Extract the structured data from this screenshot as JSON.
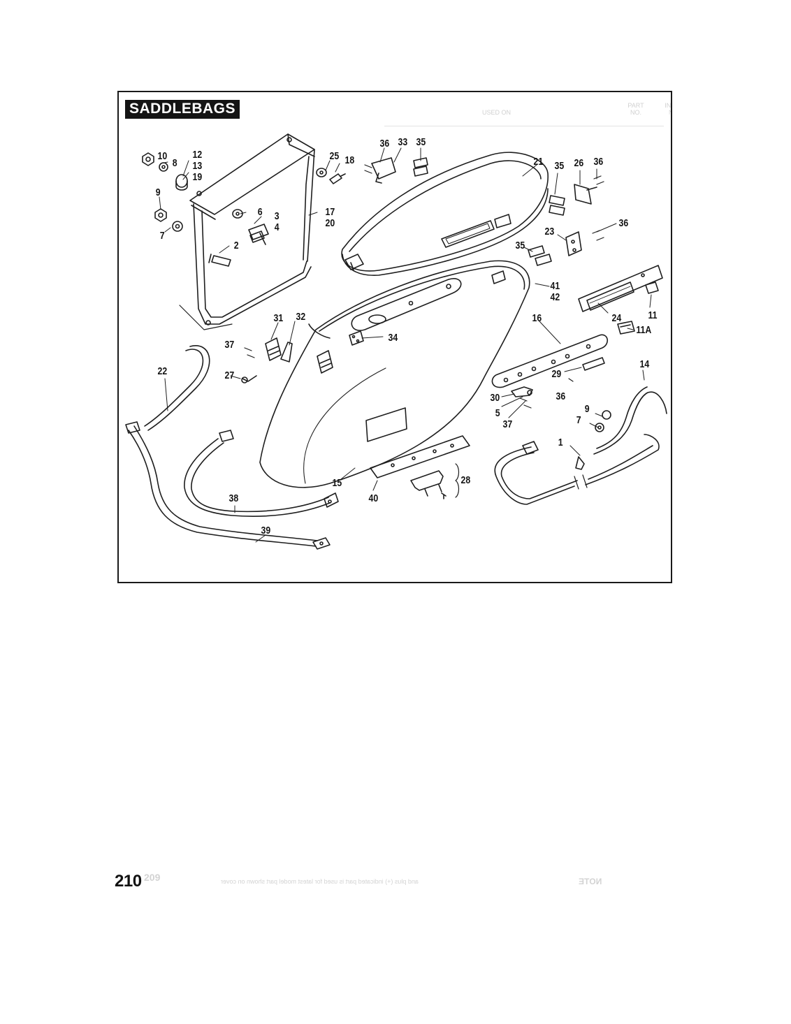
{
  "title": "SADDLEBAGS",
  "page_number": "210",
  "callouts": [
    "10",
    "8",
    "12",
    "13",
    "19",
    "25",
    "18",
    "36",
    "33",
    "35",
    "21",
    "35",
    "26",
    "36",
    "9",
    "6",
    "3",
    "4",
    "17",
    "20",
    "7",
    "2",
    "23",
    "36",
    "35",
    "41",
    "42",
    "31",
    "32",
    "34",
    "16",
    "37",
    "24",
    "11",
    "11A",
    "22",
    "27",
    "29",
    "14",
    "30",
    "36",
    "5",
    "37",
    "9",
    "7",
    "1",
    "15",
    "28",
    "40",
    "38",
    "39"
  ],
  "ghost_text": {
    "page": "209",
    "note_label": "NOTE",
    "note": "and plus (+) indicated part is used for latest model part shown on cover",
    "column_index": "INDEX NO.",
    "column_part": "PART NO.",
    "column_used_on": "USED ON"
  },
  "colors": {
    "ink": "#141414",
    "badge": "#141414",
    "frame": "#1a1a1a",
    "ghost": "#d3d3d3"
  }
}
